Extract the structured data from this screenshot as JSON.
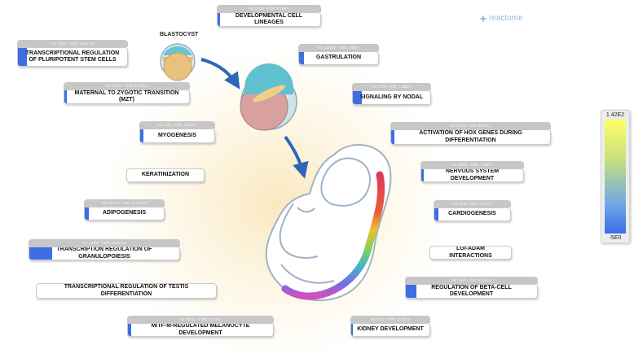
{
  "brand": {
    "logo_text": "reactome",
    "logo_icon": "reactome-star-icon"
  },
  "illustration": {
    "stage_label": "BLASTOCYST"
  },
  "legend": {
    "max": "1.42E2",
    "min": "-5E0",
    "colors": [
      "#ffff66",
      "#3a6fe8"
    ]
  },
  "colors": {
    "hit_bar": "#3d6fe3",
    "header": "#c7c7c7"
  },
  "pathways": [
    {
      "name": "DEVELOPMENTAL CELL LINEAGES",
      "stats": "Hit: 1/150 · FDR: 9.19E-1",
      "fill": 0.02
    },
    {
      "name": "TRANSCRIPTIONAL REGULATION OF PLURIPOTENT STEM CELLS",
      "stats": "Hit: 12/45 · FDR: 2.53E-14",
      "fill": 0.08
    },
    {
      "name": "GASTRULATION",
      "stats": "Hit: 12/187 · FDR: 2.9E-4",
      "fill": 0.06
    },
    {
      "name": "MATERNAL TO ZYGOTIC TRANSITION (MZT)",
      "stats": "Hit: 1/137 · FDR: 9.79E-1",
      "fill": 0.02
    },
    {
      "name": "SIGNALING BY NODAL",
      "stats": "Hit: 5/29 · FDR: 7.59E-4",
      "fill": 0.12
    },
    {
      "name": "MYOGENESIS",
      "stats": "Hit: 3/33 · FDR: 3.51E-2",
      "fill": 0.04
    },
    {
      "name": "ACTIVATION OF HOX GENES DURING DIFFERENTIATION",
      "stats": "Hit: 2/110 · FDR: 8.97E-1",
      "fill": 0.02
    },
    {
      "name": "KERATINIZATION",
      "stats": "",
      "fill": 0
    },
    {
      "name": "NERVOUS SYSTEM DEVELOPMENT",
      "stats": "Hit: 9/603 · FDR: 7.39E-1",
      "fill": 0.02
    },
    {
      "name": "ADIPOGENESIS",
      "stats": "Hit: 13/147 · FDR: 5.71E-10",
      "fill": 0.05
    },
    {
      "name": "CARDIOGENESIS",
      "stats": "Hit: 4/38 · FDR: 5.64E-4",
      "fill": 0.05
    },
    {
      "name": "TRANSCRIPTION REGULATION OF GRANULOPOIESIS",
      "stats": "Hit: 12/76 · FDR: 3.52E-12",
      "fill": 0.15
    },
    {
      "name": "LGI-ADAM INTERACTIONS",
      "stats": "",
      "fill": 0
    },
    {
      "name": "TRANSCRIPTIONAL REGULATION OF TESTIS DIFFERENTIATION",
      "stats": "",
      "fill": 0
    },
    {
      "name": "REGULATION OF BETA-CELL DEVELOPMENT",
      "stats": "Hit: 7/87 · FDR: 4.62E-6",
      "fill": 0.08
    },
    {
      "name": "MITF-M-REGULATED MELANOCYTE DEVELOPMENT",
      "stats": "Hit: 9/333 · FDR: 3.27E-2",
      "fill": 0.02
    },
    {
      "name": "KIDNEY DEVELOPMENT",
      "stats": "Hit: 2/73 · FDR: 9.11E-2",
      "fill": 0.02
    }
  ]
}
